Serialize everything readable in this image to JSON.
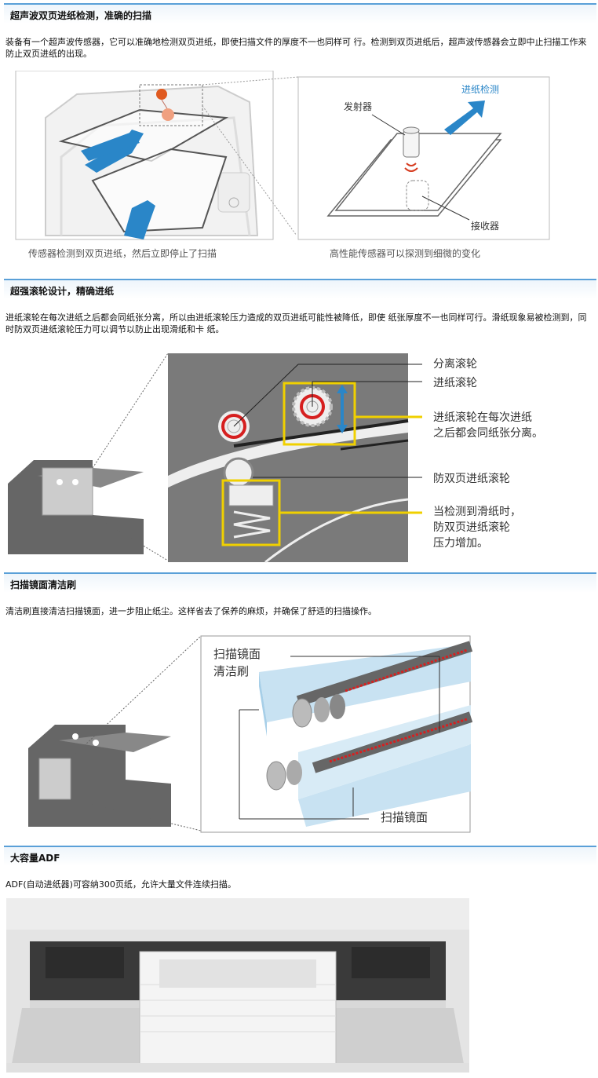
{
  "sections": [
    {
      "title": "超声波双页进纸检测，准确的扫描",
      "text": "装备有一个超声波传感器，它可以准确地检测双页进纸，即使扫描文件的厚度不一也同样可 行。检测到双页进纸后，超声波传感器会立即中止扫描工作来防止双页进纸的出现。",
      "fig_left_caption": "传感器检测到双页进纸，然后立即停止了扫描",
      "fig_right_caption": "高性能传感器可以探测到细微的变化",
      "label_emitter": "发射器",
      "label_receiver": "接收器",
      "label_feed": "进纸检测"
    },
    {
      "title": "超强滚轮设计，精确进纸",
      "text": "进纸滚轮在每次进纸之后都会同纸张分离，所以由进纸滚轮压力造成的双页进纸可能性被降低，即使 纸张厚度不一也同样可行。滑纸现象易被检测到，同时防双页进纸滚轮压力可以调节以防止出现滑纸和卡 纸。",
      "label_separate": "分离滚轮",
      "label_feed_roller": "进纸滚轮",
      "label_note1_l1": "进纸滚轮在每次进纸",
      "label_note1_l2": "之后都会同纸张分离。",
      "label_anti": "防双页进纸滚轮",
      "label_note2_l1": "当检测到滑纸时，",
      "label_note2_l2": "防双页进纸滚轮",
      "label_note2_l3": "压力增加。"
    },
    {
      "title": "扫描镜面清洁刷",
      "text": "清洁刷直接清洁扫描镜面，进一步阻止纸尘。这样省去了保养的麻烦，并确保了舒适的扫描操作。",
      "label_brush_l1": "扫描镜面",
      "label_brush_l2": "清洁刷",
      "label_mirror": "扫描镜面"
    },
    {
      "title": "大容量ADF",
      "text": "ADF(自动进纸器)可容纳300页纸，允许大量文件连续扫描。"
    }
  ],
  "colors": {
    "accent": "#2a86c8",
    "rule": "#5aa0d8",
    "yellow": "#f0d000",
    "red": "#d62020"
  }
}
